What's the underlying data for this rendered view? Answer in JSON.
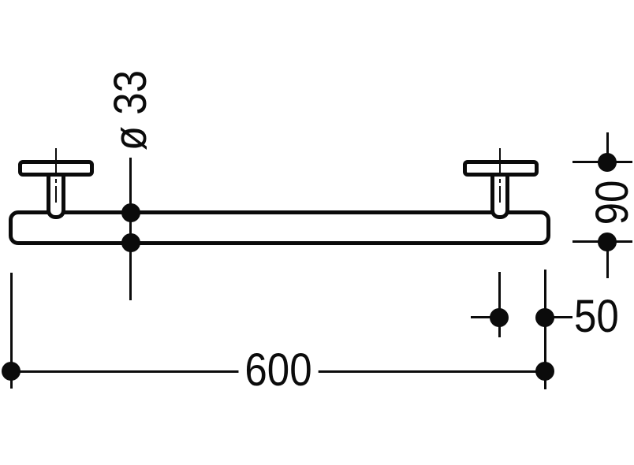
{
  "drawing": {
    "subject": "Grab bar with two wall mounts - dimensioned front elevation line drawing",
    "background_color": "#ffffff",
    "line_color": "#0b0b0b"
  },
  "dimensions": {
    "diameter": {
      "label": "ø 33",
      "value": 33,
      "orientation": "vertical-rotated",
      "measures": "bar tube diameter"
    },
    "depth": {
      "label": "90",
      "value": 90,
      "orientation": "vertical-rotated",
      "measures": "wall plate to bar front"
    },
    "end_offset": {
      "label": "50",
      "value": 50,
      "orientation": "horizontal",
      "measures": "mount center to bar end"
    },
    "length": {
      "label": "600",
      "value": 600,
      "orientation": "horizontal",
      "measures": "overall bar length"
    }
  }
}
